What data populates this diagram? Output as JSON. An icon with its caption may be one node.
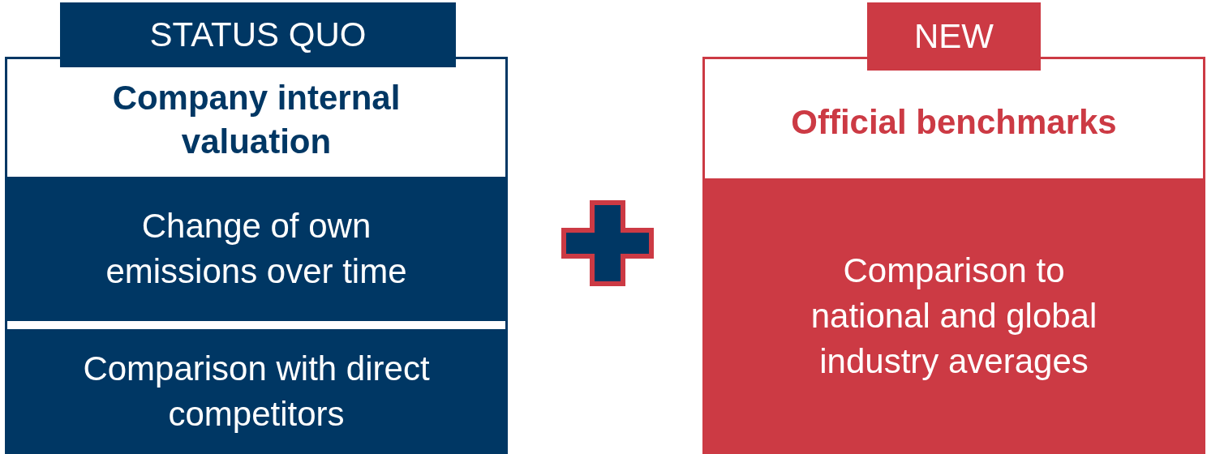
{
  "diagram": {
    "nodes": [
      {
        "text": [
          "STATUS QUO",
          "Company internal valuation"
        ]
      },
      {
        "text": [
          "Change of own emissions over time"
        ],
        "in": 0
      },
      {
        "text": [
          "Comparison with direct competitors"
        ],
        "in": 0
      },
      {
        "text": [
          "NEW",
          "Official benchmarks"
        ]
      },
      {
        "text": [
          "Comparison to national and global industry averages"
        ],
        "in": 3
      }
    ]
  }
}
